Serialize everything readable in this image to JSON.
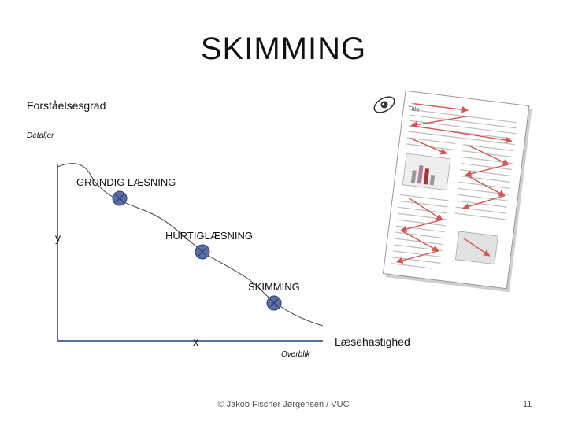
{
  "slide": {
    "title": "SKIMMING",
    "footer": "© Jakob Fischer Jørgensen / VUC",
    "page_number": "11"
  },
  "diagram": {
    "y_axis_label": "Forståelsesgrad",
    "y_axis_top": "Detaljer",
    "y_variable": "y",
    "x_axis_label": "Læsehastighed",
    "x_axis_bottom": "Overblik",
    "x_variable": "x",
    "points": [
      {
        "label": "GRUNDIG LÆSNING"
      },
      {
        "label": "HURTIGLÆSNING"
      },
      {
        "label": "SKIMMING"
      }
    ],
    "document_title": "Title"
  },
  "colors": {
    "marker_fill": "#5b6ea8",
    "marker_stroke": "#2e3c6e",
    "arrow": "#d9534f",
    "axis": "#5b6ea8"
  }
}
